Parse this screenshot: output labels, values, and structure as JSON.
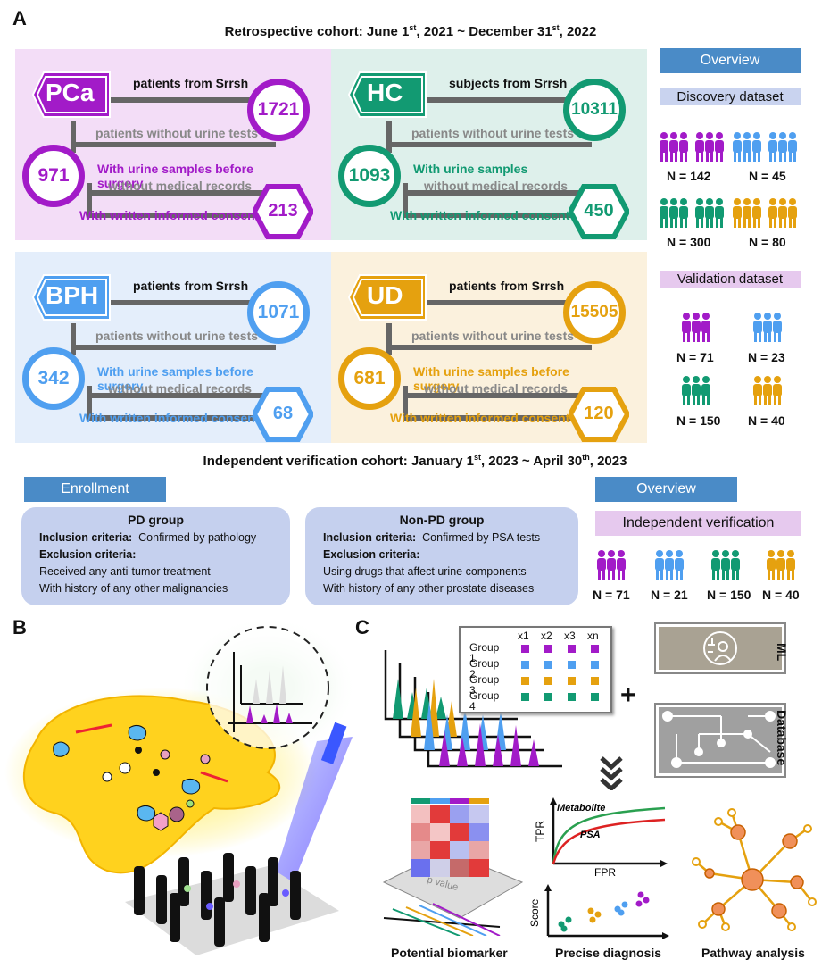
{
  "panel_a": {
    "letter": "A",
    "title": "Retrospective cohort: June 1st, 2021 ~ December 31st, 2022",
    "title_parts": {
      "a": "Retrospective cohort: June 1",
      "a_sup": "st",
      "b": ", 2021 ~ December 31",
      "b_sup": "st",
      "c": ", 2022"
    },
    "groups": [
      {
        "tag": "PCa",
        "color": "#a21bc8",
        "bg": "#f3ddf7",
        "source_label": "patients from Srrsh",
        "total": "1721",
        "excl1": "patients without urine tests",
        "urine_label": "With urine samples before surgery",
        "urine_n": "971",
        "excl2": "without medical records",
        "consent_label": "With written informed consent",
        "consent_n": "213"
      },
      {
        "tag": "HC",
        "color": "#129a72",
        "bg": "#def0eb",
        "source_label": "subjects from Srrsh",
        "total": "10311",
        "excl1": "patients without urine tests",
        "urine_label": "With urine samples",
        "urine_n": "1093",
        "excl2": "without medical records",
        "consent_label": "With written informed consent",
        "consent_n": "450"
      },
      {
        "tag": "BPH",
        "color": "#4f9ff0",
        "bg": "#e4eefb",
        "source_label": "patients from Srrsh",
        "total": "1071",
        "excl1": "patients without urine tests",
        "urine_label": "With urine samples before surgery",
        "urine_n": "342",
        "excl2": "without medical records",
        "consent_label": "With written informed consent",
        "consent_n": "68"
      },
      {
        "tag": "UD",
        "color": "#e5a10f",
        "bg": "#fbf1dd",
        "source_label": "patients from Srrsh",
        "total": "15505",
        "excl1": "patients without urine tests",
        "urine_label": "With urine samples before surgery",
        "urine_n": "681",
        "excl2": "without medical records",
        "consent_label": "With written informed consent",
        "consent_n": "120"
      }
    ],
    "overview": {
      "label": "Overview",
      "discovery": {
        "label": "Discovery dataset",
        "counts": [
          "N = 142",
          "N = 45",
          "N = 300",
          "N = 80"
        ]
      },
      "validation": {
        "label": "Validation dataset",
        "counts": [
          "N = 71",
          "N = 23",
          "N = 150",
          "N = 40"
        ]
      }
    },
    "verification_title_parts": {
      "a": "Independent verification cohort: January 1",
      "a_sup": "st",
      "b": ", 2023 ~ April 30",
      "b_sup": "th",
      "c": ", 2023"
    },
    "enrollment": {
      "label": "Enrollment",
      "pd": {
        "title": "PD group",
        "inc_label": "Inclusion criteria:",
        "inc": "Confirmed by pathology",
        "exc_label": "Exclusion criteria:",
        "exc1": "Received any anti-tumor treatment",
        "exc2": "With history of any other malignancies"
      },
      "nonpd": {
        "title": "Non-PD group",
        "inc_label": "Inclusion criteria:",
        "inc": "Confirmed by PSA tests",
        "exc_label": "Exclusion criteria:",
        "exc1": "Using drugs that affect urine components",
        "exc2": "With history of any other prostate diseases"
      }
    },
    "verification_overview": {
      "label": "Overview",
      "box": "Independent verification",
      "counts": [
        "N = 71",
        "N = 21",
        "N = 150",
        "N = 40"
      ]
    },
    "colors": {
      "purple": "#a21bc8",
      "blue": "#4f9ff0",
      "green": "#129a72",
      "orange": "#e5a10f",
      "overview_blue": "#4a8bc7",
      "discovery_bg": "#c9d3ef",
      "validation_bg": "#e6c9ee"
    }
  },
  "panel_b": {
    "letter": "B"
  },
  "panel_c": {
    "letter": "C",
    "table": {
      "cols": [
        "x1",
        "x2",
        "x3",
        "xn"
      ],
      "rows": [
        "Group 1",
        "Group 2",
        "Group 3",
        "Group 4"
      ],
      "row_colors": [
        "#a21bc8",
        "#4f9ff0",
        "#e5a10f",
        "#129a72"
      ]
    },
    "plus": "+",
    "ml_label": "ML",
    "db_label": "Database",
    "roc": {
      "tpr": "TPR",
      "fpr": "FPR",
      "metabolite": "Metabolite",
      "psa": "PSA"
    },
    "score_label": "Score",
    "heatmap_label": "p value",
    "captions": [
      "Potential biomarker",
      "Precise diagnosis",
      "Pathway analysis"
    ]
  }
}
